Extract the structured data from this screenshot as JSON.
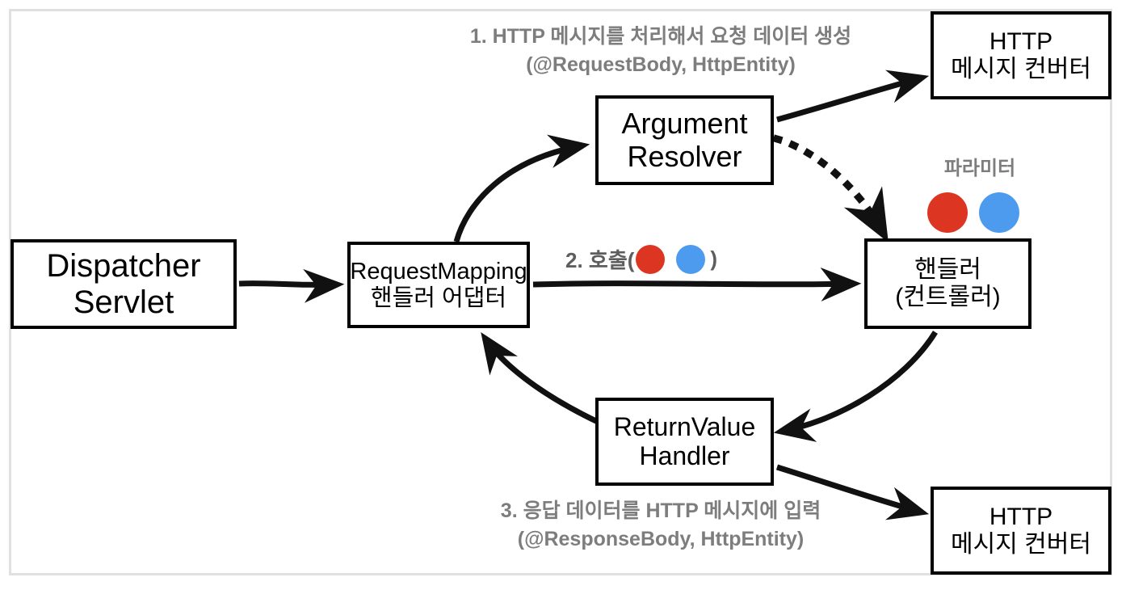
{
  "diagram": {
    "title": "Spring MVC Handler Adapter / Argument Resolver flow",
    "colors": {
      "red_dot": "#dc3522",
      "blue_dot": "#4d9bee",
      "caption_gray": "#7d7d7d",
      "node_border": "#000000",
      "frame_border": "#e0e0e0",
      "background": "#ffffff"
    },
    "nodes": {
      "dispatcher": {
        "line1": "Dispatcher",
        "line2": "Servlet"
      },
      "request_mapping": {
        "line1": "RequestMapping",
        "line2": "핸들러 어댑터"
      },
      "argument_resolver": {
        "line1": "Argument",
        "line2": "Resolver"
      },
      "handler": {
        "line1": "핸들러",
        "line2": "(컨트롤러)"
      },
      "return_value_handler": {
        "line1": "ReturnValue",
        "line2": "Handler"
      },
      "http_message_converter_top": {
        "line1": "HTTP",
        "line2": "메시지 컨버터"
      },
      "http_message_converter_bottom": {
        "line1": "HTTP",
        "line2": "메시지 컨버터"
      }
    },
    "captions": {
      "step1_main": "1. HTTP 메시지를 처리해서 요청 데이터 생성",
      "step1_sub": "(@RequestBody, HttpEntity)",
      "step2_prefix": "2. 호출(",
      "step2_suffix": ")",
      "step3_main": "3. 응답 데이터를 HTTP 메시지에 입력",
      "step3_sub": "(@ResponseBody, HttpEntity)",
      "parameter_label": "파라미터"
    }
  }
}
